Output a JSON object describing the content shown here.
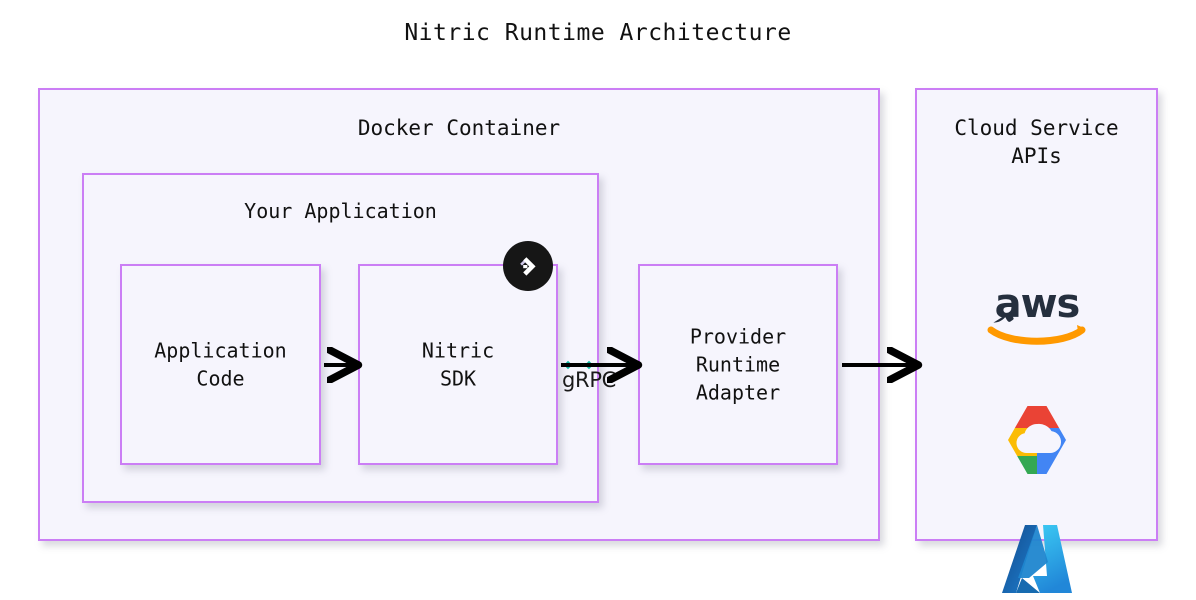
{
  "title": "Nitric Runtime Architecture",
  "theme": {
    "box_border": "#cb7ef5",
    "box_fill": "#f6f5fd",
    "page_bg": "#ffffff",
    "text": "#111111",
    "arrow": "#000000",
    "edge_handle": "#12b8a6",
    "badge_bg": "#161616",
    "aws_text": "#252f3e",
    "aws_smile": "#ff9900",
    "gcp_red": "#ea4335",
    "gcp_yellow": "#fbbc05",
    "gcp_green": "#34a853",
    "gcp_blue": "#4285f4",
    "azure_dark": "#0f67b1",
    "azure_light": "#43b0ef"
  },
  "nodes": {
    "docker_container": {
      "label": "Docker Container"
    },
    "your_application": {
      "label": "Your Application"
    },
    "application_code": {
      "label": "Application\nCode"
    },
    "nitric_sdk": {
      "label": "Nitric\nSDK",
      "badge": "nitric-logo"
    },
    "provider_runtime_adapter": {
      "label": "Provider\nRuntime\nAdapter"
    },
    "cloud_service_apis": {
      "label": "Cloud Service\nAPIs"
    }
  },
  "edges": [
    {
      "id": "edge-code-to-sdk",
      "from": "application_code",
      "to": "nitric_sdk",
      "label": ""
    },
    {
      "id": "edge-sdk-to-adapter",
      "from": "nitric_sdk",
      "to": "provider_runtime_adapter",
      "label": "gRPC"
    },
    {
      "id": "edge-adapter-to-cloud",
      "from": "provider_runtime_adapter",
      "to": "cloud_service_apis",
      "label": ""
    }
  ],
  "cloud_providers": [
    {
      "id": "aws",
      "name": "aws",
      "wordmark": "aws"
    },
    {
      "id": "gcp",
      "name": "google-cloud",
      "wordmark": ""
    },
    {
      "id": "azure",
      "name": "microsoft-azure",
      "wordmark": ""
    }
  ]
}
